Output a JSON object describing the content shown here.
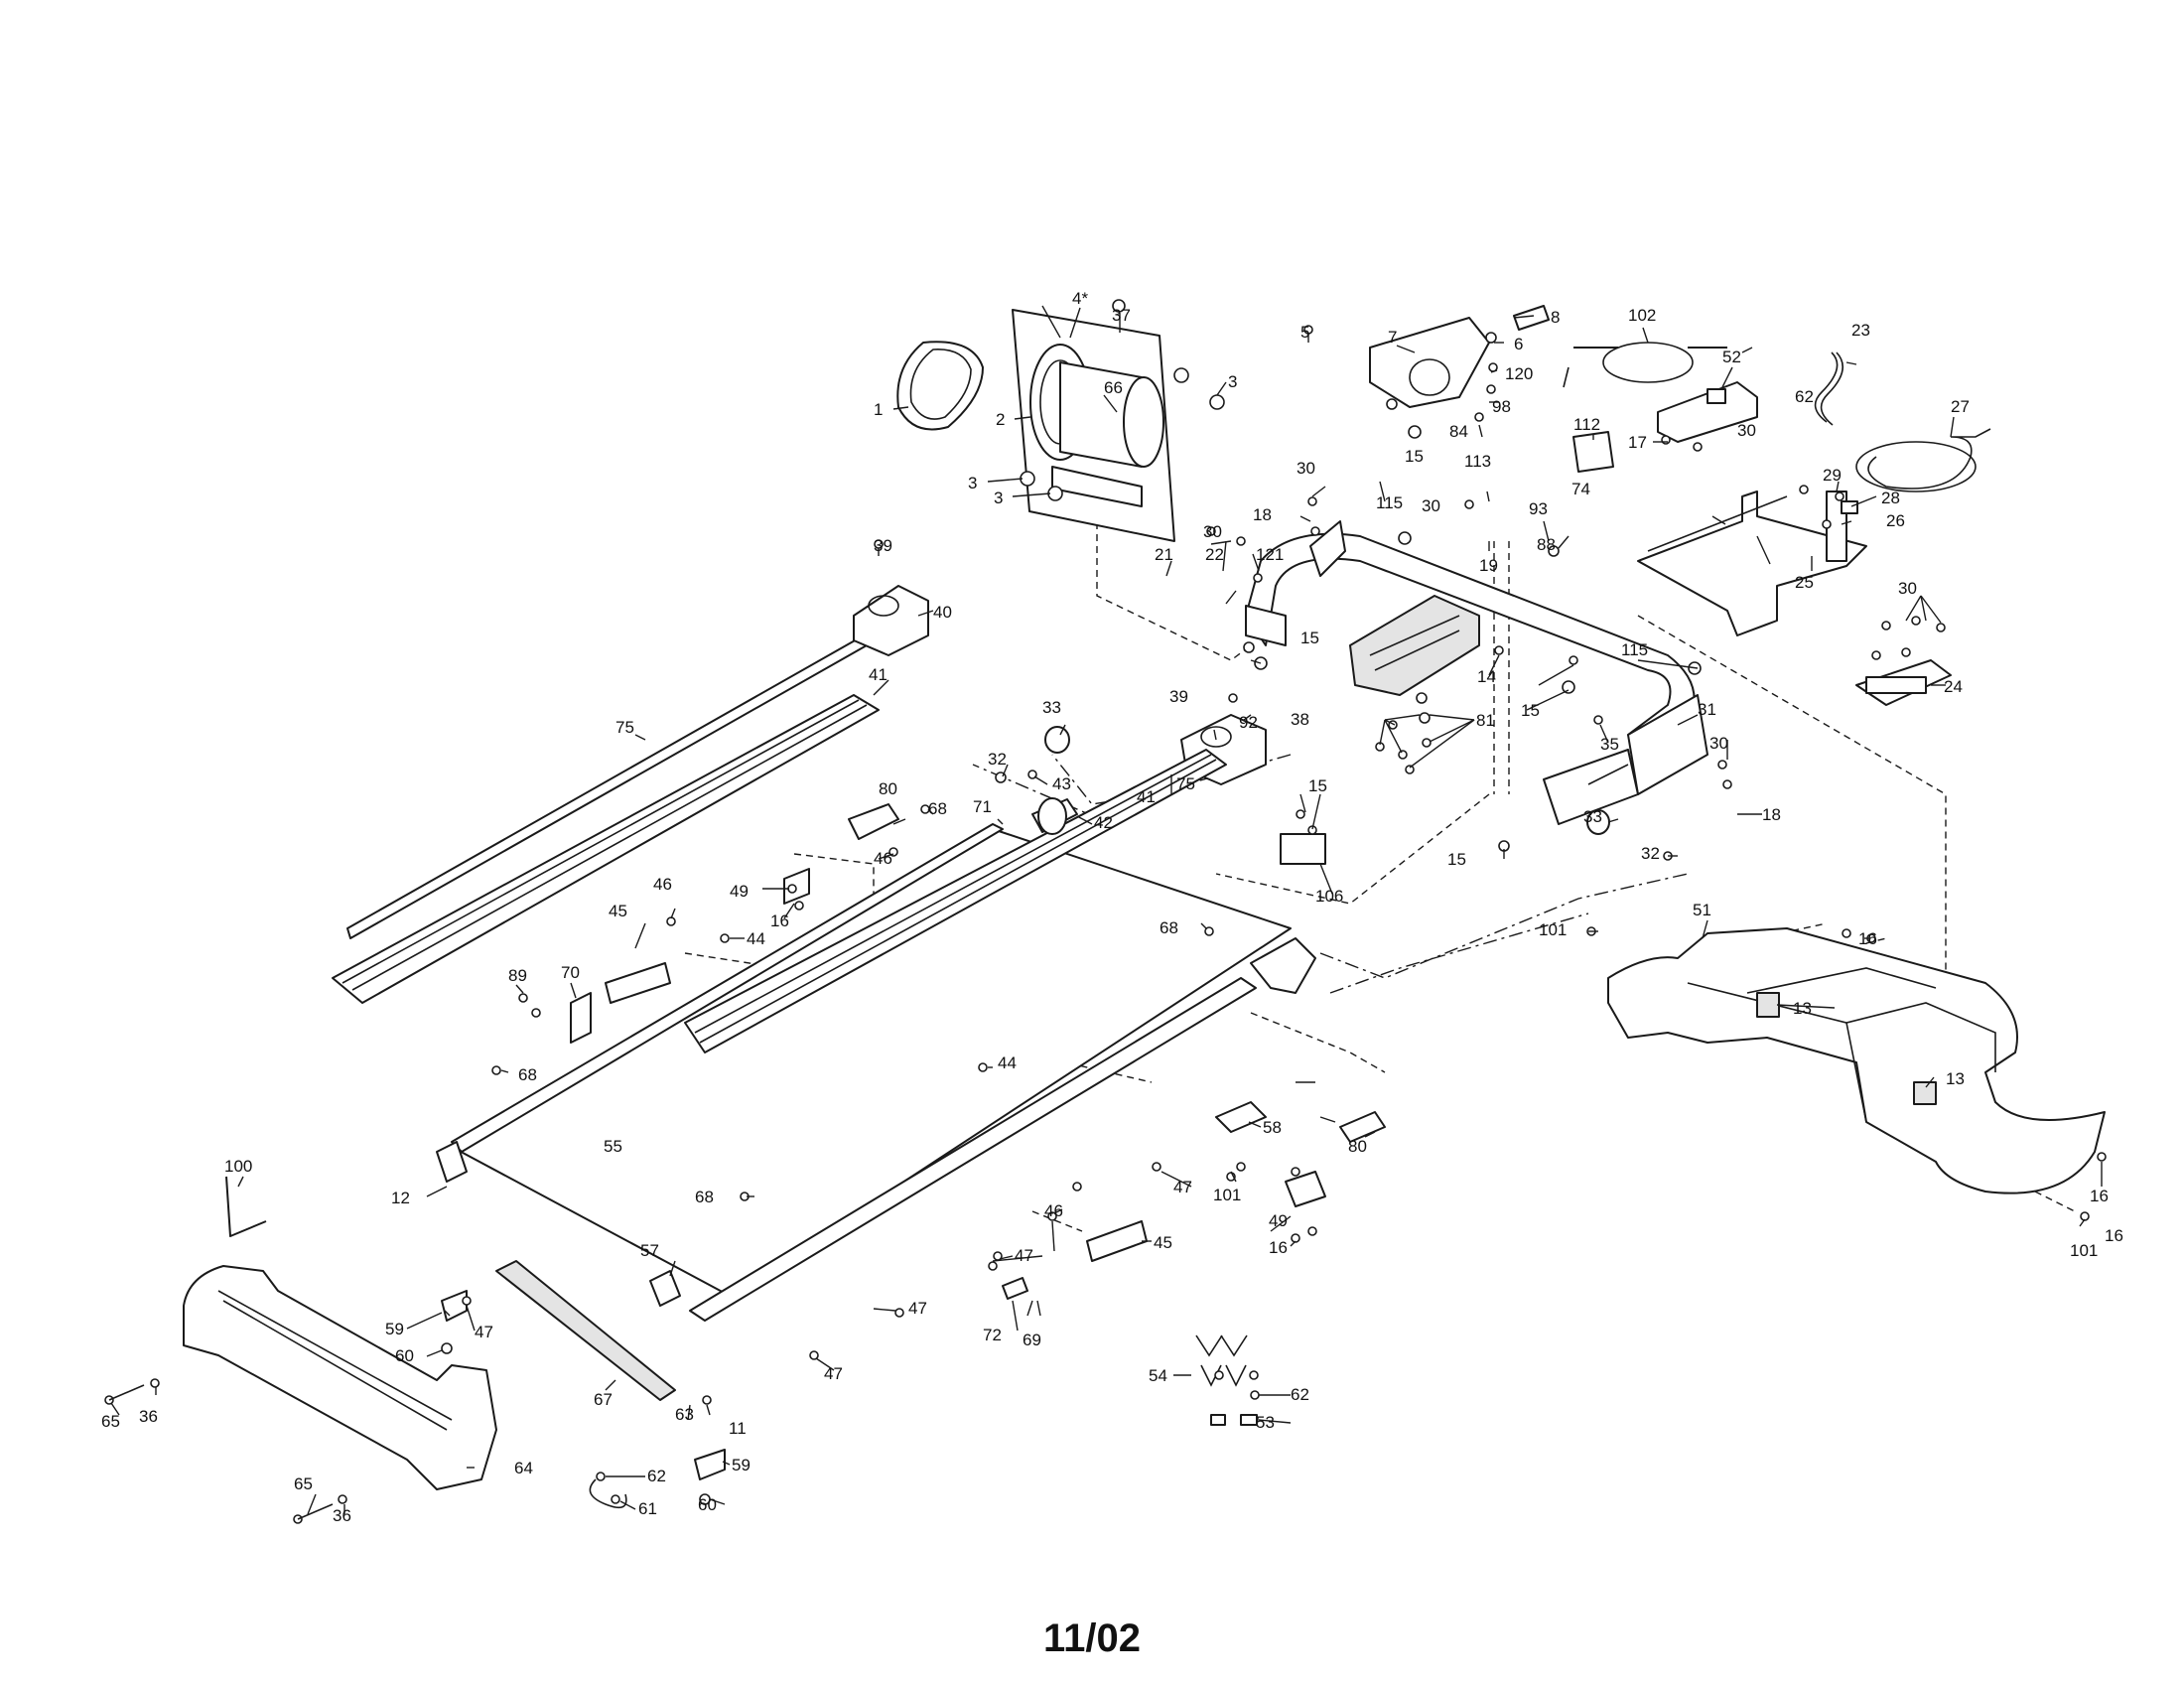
{
  "footer_date": "11/02",
  "callouts": [
    "1",
    "2",
    "3",
    "3",
    "3",
    "4*",
    "5",
    "6",
    "7",
    "8",
    "11",
    "12",
    "13",
    "13",
    "14",
    "15",
    "15",
    "15",
    "15",
    "15",
    "16",
    "16",
    "16",
    "16",
    "16",
    "17",
    "18",
    "18",
    "19",
    "21",
    "22",
    "23",
    "24",
    "25",
    "26",
    "27",
    "28",
    "29",
    "30",
    "30",
    "30",
    "30",
    "30",
    "30",
    "31",
    "32",
    "32",
    "33",
    "33",
    "35",
    "36",
    "36",
    "37",
    "38",
    "39",
    "39",
    "40",
    "41",
    "41",
    "42",
    "43",
    "44",
    "44",
    "45",
    "45",
    "46",
    "46",
    "46",
    "47",
    "47",
    "47",
    "47",
    "47",
    "49",
    "49",
    "51",
    "52",
    "53",
    "54",
    "55",
    "57",
    "58",
    "59",
    "59",
    "60",
    "60",
    "61",
    "62",
    "62",
    "62",
    "63",
    "64",
    "65",
    "65",
    "66",
    "67",
    "68",
    "68",
    "68",
    "68",
    "69",
    "70",
    "71",
    "72",
    "74",
    "75",
    "75",
    "80",
    "80",
    "81",
    "84",
    "88",
    "89",
    "92",
    "93",
    "98",
    "100",
    "101",
    "101",
    "101",
    "102",
    "106",
    "112",
    "113",
    "115",
    "115",
    "120",
    "121"
  ]
}
